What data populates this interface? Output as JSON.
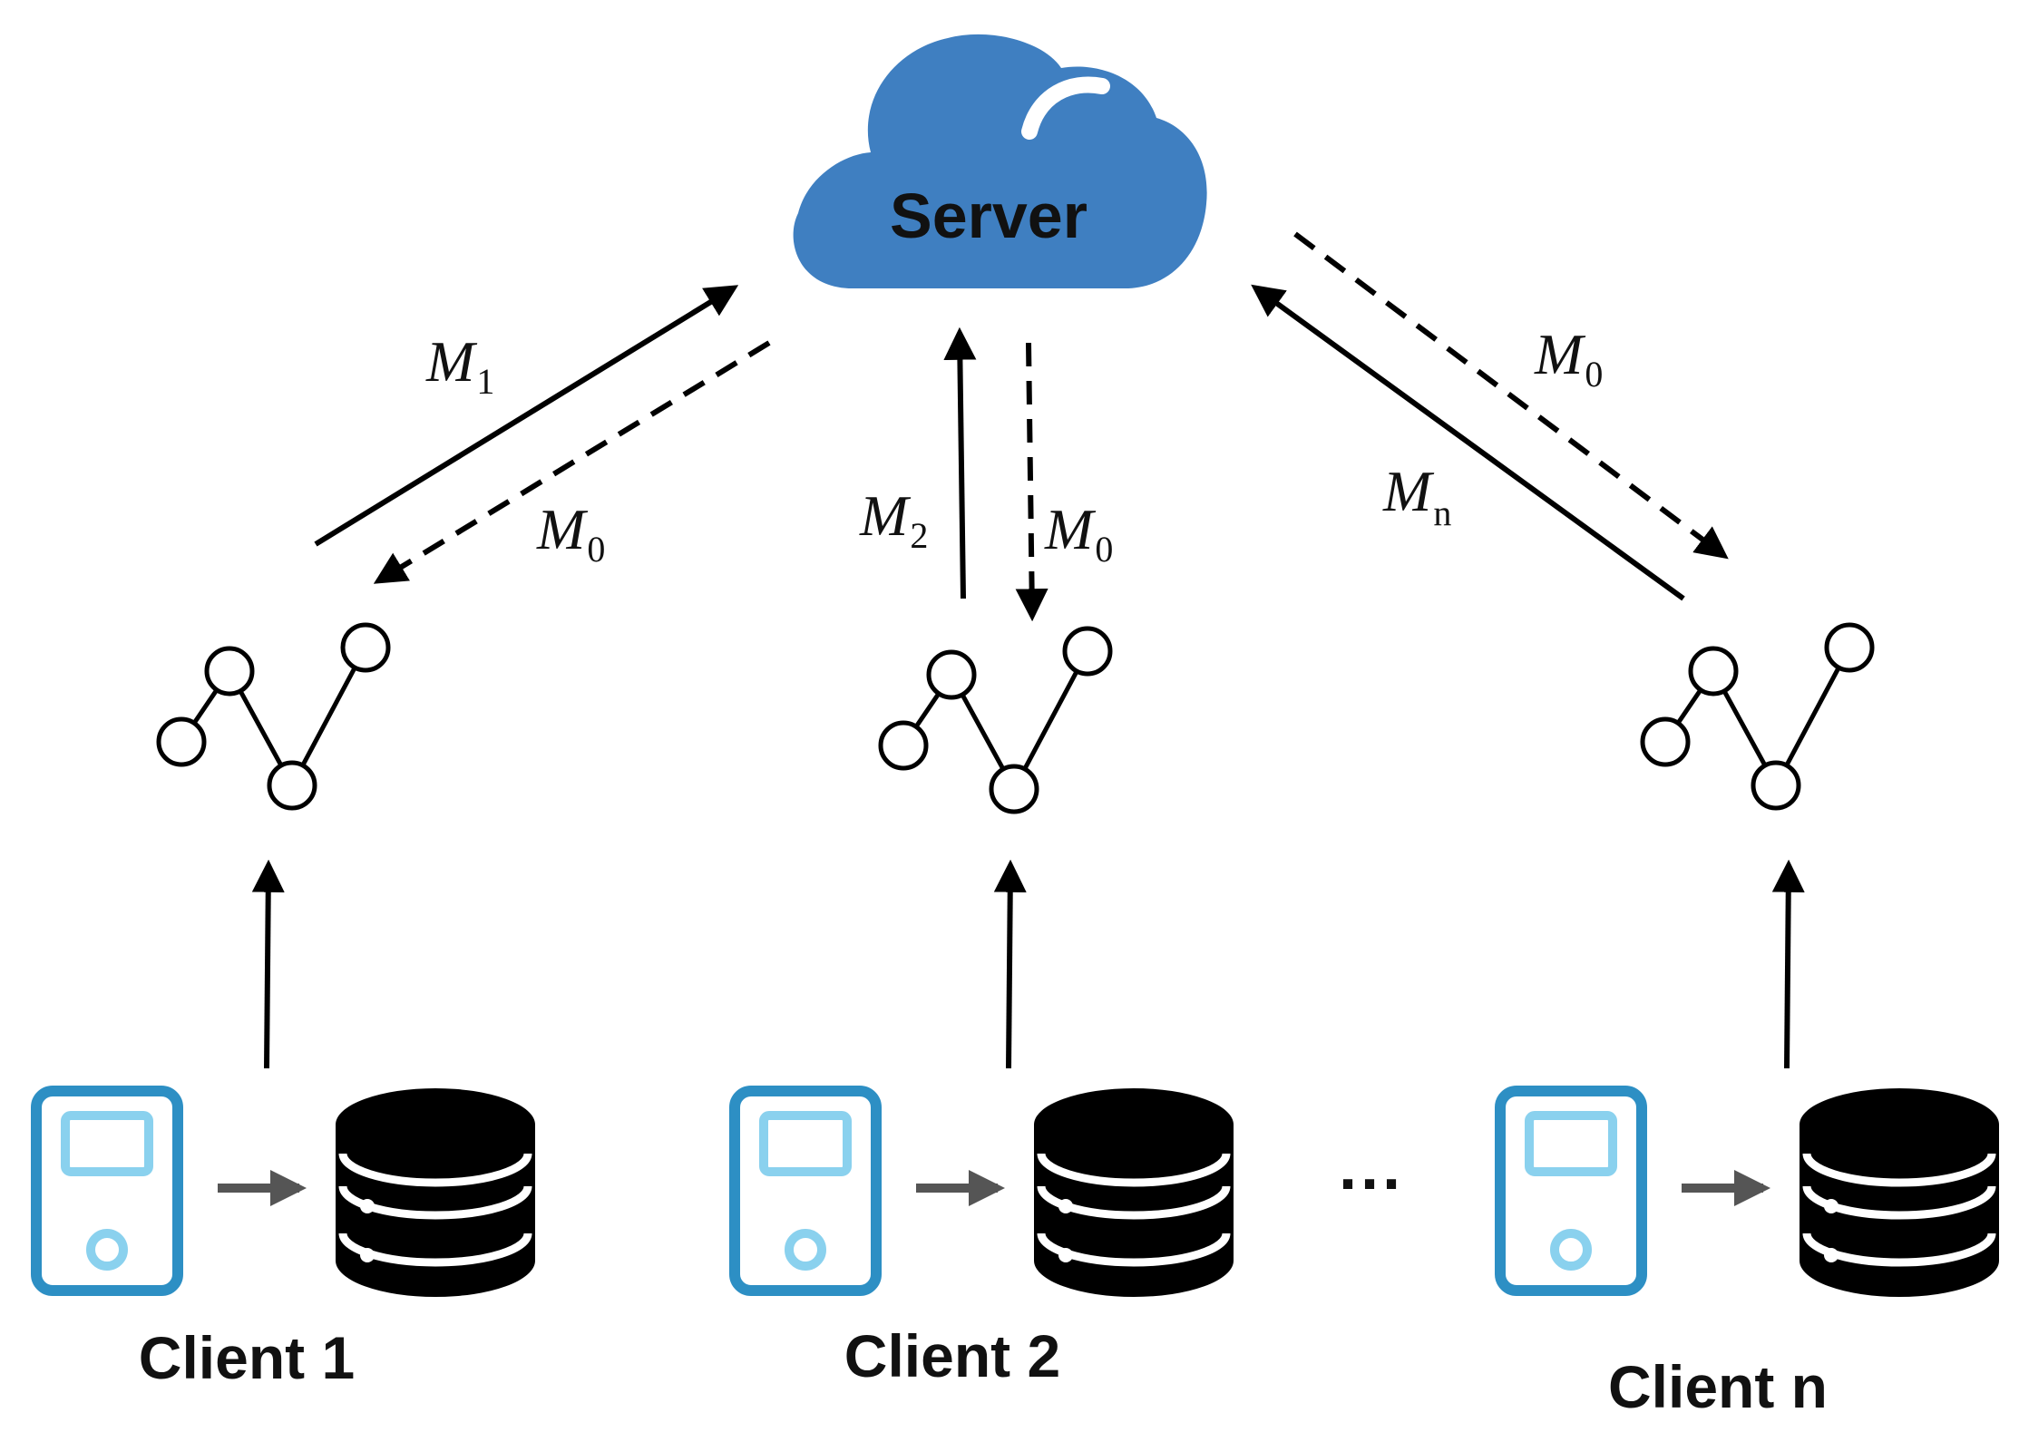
{
  "server": {
    "label": "Server",
    "color": "#3f7fc1"
  },
  "colors": {
    "client_outer": "#2d8fc4",
    "client_inner": "#8ad1ee",
    "small_arrow": "#555555",
    "db": "#000000"
  },
  "clients": [
    {
      "id": "1",
      "label": "Client 1",
      "up_main": "M",
      "up_sub": "1",
      "down_main": "M",
      "down_sub": "0"
    },
    {
      "id": "2",
      "label": "Client 2",
      "up_main": "M",
      "up_sub": "2",
      "down_main": "M",
      "down_sub": "0"
    },
    {
      "id": "n",
      "label": "Client n",
      "up_main": "M",
      "up_sub": "n",
      "down_main": "M",
      "down_sub": "0"
    }
  ],
  "ellipsis": "···"
}
